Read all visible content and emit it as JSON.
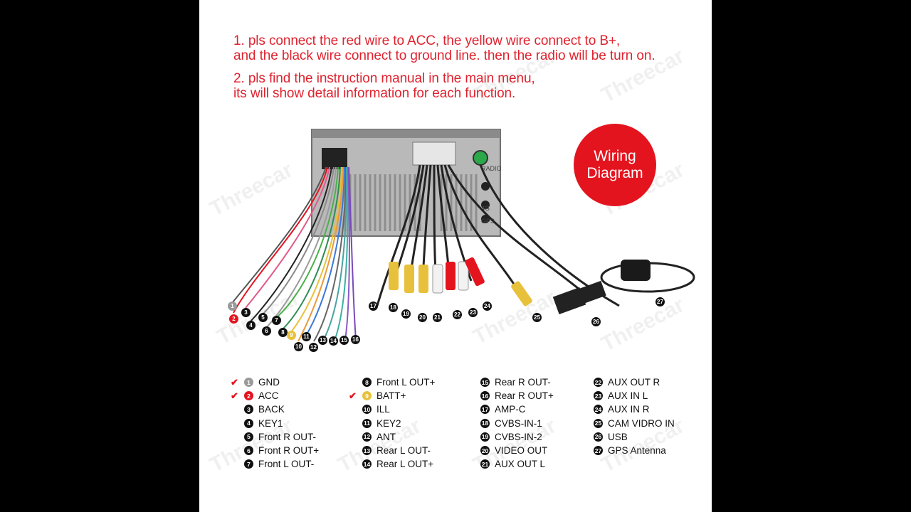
{
  "notes": {
    "line1a": "1. pls connect the red wire to ACC, the yellow wire connect to B+,",
    "line1b": "and the black wire connect to ground line. then the radio will be turn on.",
    "line2a": "2. pls find the instruction manual in the main menu,",
    "line2b": "its will show detail information for each function."
  },
  "badge": {
    "line1": "Wiring",
    "line2": "Diagram"
  },
  "watermark": "Threecar",
  "unit_labels": {
    "radio": "RADIO",
    "gps": "GPS",
    "fourg": "4G"
  },
  "legend": [
    {
      "n": "1",
      "label": "GND",
      "style": "grey",
      "checked": true
    },
    {
      "n": "2",
      "label": "ACC",
      "style": "red",
      "checked": true
    },
    {
      "n": "3",
      "label": "BACK"
    },
    {
      "n": "4",
      "label": "KEY1"
    },
    {
      "n": "5",
      "label": "Front R OUT-"
    },
    {
      "n": "6",
      "label": "Front R OUT+"
    },
    {
      "n": "7",
      "label": "Front L OUT-"
    },
    {
      "n": "8",
      "label": "Front L OUT+"
    },
    {
      "n": "9",
      "label": "BATT+",
      "style": "yellow",
      "checked": true
    },
    {
      "n": "10",
      "label": "ILL"
    },
    {
      "n": "11",
      "label": "KEY2"
    },
    {
      "n": "12",
      "label": "ANT"
    },
    {
      "n": "13",
      "label": "Rear L OUT-"
    },
    {
      "n": "14",
      "label": "Rear L OUT+"
    },
    {
      "n": "15",
      "label": "Rear R OUT-"
    },
    {
      "n": "16",
      "label": "Rear R OUT+"
    },
    {
      "n": "17",
      "label": "AMP-C"
    },
    {
      "n": "18",
      "label": "CVBS-IN-1"
    },
    {
      "n": "19",
      "label": "CVBS-IN-2"
    },
    {
      "n": "20",
      "label": "VIDEO OUT"
    },
    {
      "n": "21",
      "label": "AUX OUT L"
    },
    {
      "n": "22",
      "label": "AUX OUT R"
    },
    {
      "n": "23",
      "label": "AUX IN L"
    },
    {
      "n": "24",
      "label": "AUX IN R"
    },
    {
      "n": "25",
      "label": "CAM VIDRO IN"
    },
    {
      "n": "26",
      "label": "USB"
    },
    {
      "n": "27",
      "label": "GPS Antenna"
    }
  ],
  "colors": {
    "red": "#e4141f",
    "black": "#111111",
    "yellow": "#e8c13c",
    "grey": "#9a9a9a"
  }
}
